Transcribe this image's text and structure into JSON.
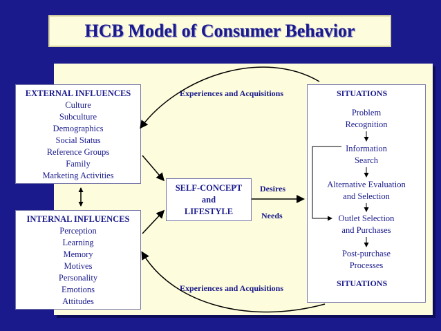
{
  "title": "HCB Model of Consumer Behavior",
  "external": {
    "heading": "EXTERNAL INFLUENCES",
    "items": [
      "Culture",
      "Subculture",
      "Demographics",
      "Social Status",
      "Reference Groups",
      "Family",
      "Marketing Activities"
    ]
  },
  "internal": {
    "heading": "INTERNAL INFLUENCES",
    "items": [
      "Perception",
      "Learning",
      "Memory",
      "Motives",
      "Personality",
      "Emotions",
      "Attitudes"
    ]
  },
  "self_concept": {
    "lines": [
      "SELF-CONCEPT",
      "and",
      "LIFESTYLE"
    ]
  },
  "labels": {
    "experiences_top": "Experiences and Acquisitions",
    "experiences_bottom": "Experiences and Acquisitions",
    "desires": "Desires",
    "needs": "Needs"
  },
  "situations": {
    "heading_top": "SITUATIONS",
    "heading_bottom": "SITUATIONS",
    "steps": [
      [
        "Problem",
        "Recognition"
      ],
      [
        "Information",
        "Search"
      ],
      [
        "Alternative Evaluation",
        "and Selection"
      ],
      [
        "Outlet Selection",
        "and Purchases"
      ],
      [
        "Post-purchase",
        "Processes"
      ]
    ]
  }
}
